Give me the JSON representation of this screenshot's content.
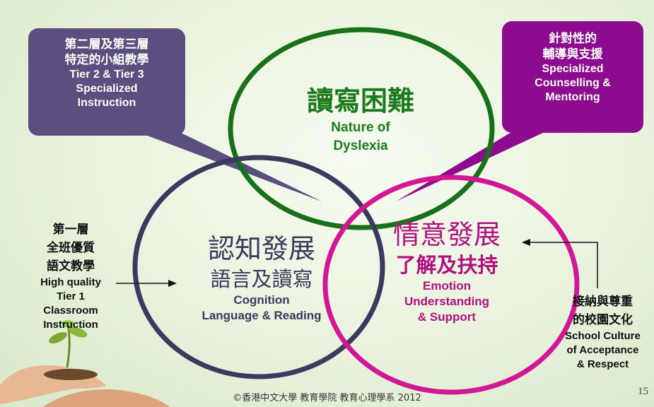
{
  "colors": {
    "green_circle": "#187018",
    "navy_circle": "#3b3a5e",
    "magenta_circle": "#d11796",
    "green_text": "#1e7a1e",
    "purple_callout": "#5a4f7e",
    "violet_callout": "#8d0b8e"
  },
  "circles": {
    "top": {
      "cjk": "讀寫困難",
      "en1": "Nature of",
      "en2": "Dyslexia"
    },
    "left": {
      "cjk1": "認知發展",
      "cjk2": "語言及讀寫",
      "en1": "Cognition",
      "en2": "Language & Reading"
    },
    "right": {
      "cjk1": "情意發展",
      "cjk2": "了解及扶持",
      "en1": "Emotion",
      "en2": "Understanding",
      "en3": "& Support"
    }
  },
  "callout_left": {
    "cjk1": "第二層及第三層",
    "cjk2": "特定的小組教學",
    "en1": "Tier 2 & Tier 3",
    "en2": "Specialized",
    "en3": "Instruction"
  },
  "callout_right": {
    "cjk1": "針對性的",
    "cjk2": "輔導與支援",
    "en1": "Specialized",
    "en2": "Counselling &",
    "en3": "Mentoring"
  },
  "side_left": {
    "cjk1": "第一層",
    "cjk2": "全班優質",
    "cjk3": "語文教學",
    "en1": "High quality",
    "en2": "Tier 1",
    "en3": "Classroom",
    "en4": "Instruction"
  },
  "side_right": {
    "cjk1": "接納與尊重",
    "cjk2": "的校園文化",
    "en1": "School Culture",
    "en2": "of Acceptance",
    "en3": "& Respect"
  },
  "footer": "©香港中文大學 教育學院 教育心理學系 2012",
  "page_number": "15"
}
